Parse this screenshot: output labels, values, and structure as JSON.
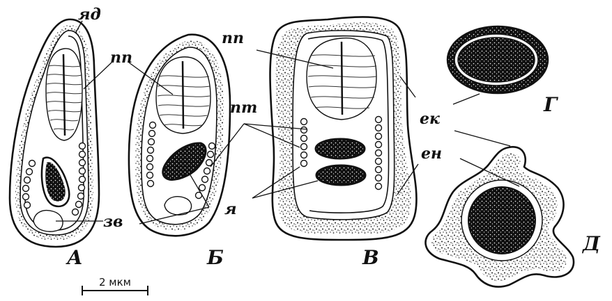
{
  "labels": {
    "yad": "яд",
    "pp_a": "пп",
    "pp_v": "пп",
    "pt": "пт",
    "ek": "ек",
    "en": "ен",
    "zv": "зв",
    "ya": "я",
    "panel_a": "А",
    "panel_b": "Б",
    "panel_v": "В",
    "panel_g": "Г",
    "panel_d": "Д"
  },
  "scale_bar": {
    "label": "2 мкм"
  }
}
